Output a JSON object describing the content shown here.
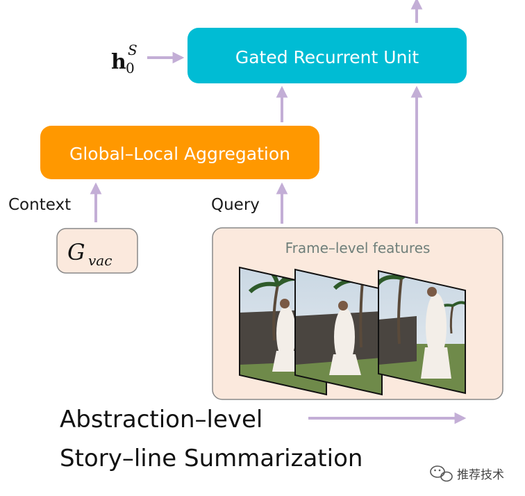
{
  "colors": {
    "gru_fill": "#00bcd4",
    "aggregation_fill": "#ff9800",
    "arrow": "#c3aed6",
    "frames_panel_fill": "#fbe9dd",
    "gvac_fill": "#fbe9dd",
    "panel_stroke": "#888888"
  },
  "nodes": {
    "gru": {
      "label": "Gated Recurrent Unit"
    },
    "aggregation": {
      "label": "Global–Local Aggregation"
    },
    "gvac": {
      "base": "G",
      "subscript": "vac"
    },
    "h0": {
      "base": "h",
      "subscript": "0",
      "superscript": "S"
    },
    "frames": {
      "label": "Frame–level features"
    }
  },
  "labels": {
    "context": "Context",
    "query": "Query"
  },
  "caption": {
    "line1": "Abstraction–level",
    "line2": "Story–line Summarization"
  },
  "watermark": {
    "text": "推荐技术",
    "icon": "wechat-icon"
  }
}
